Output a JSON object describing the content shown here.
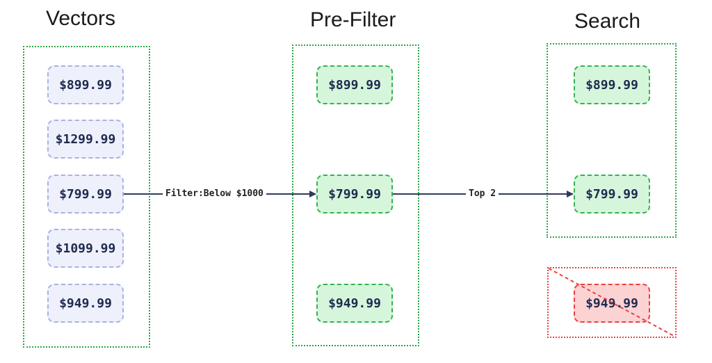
{
  "columns": {
    "vectors": {
      "title": "Vectors",
      "items": [
        "$899.99",
        "$1299.99",
        "$799.99",
        "$1099.99",
        "$949.99"
      ]
    },
    "prefilter": {
      "title": "Pre-Filter",
      "items": [
        "$899.99",
        "$799.99",
        "$949.99"
      ]
    },
    "search": {
      "title": "Search",
      "items": [
        "$899.99",
        "$799.99"
      ],
      "excluded_item": "$949.99"
    }
  },
  "edges": {
    "filter_label": "Filter:Below $1000",
    "topk_label": "Top 2"
  },
  "colors": {
    "kept": "#34b24f",
    "excluded": "#e8413f",
    "vector": "#a9b2e0",
    "arrow": "#2f3a5a"
  }
}
